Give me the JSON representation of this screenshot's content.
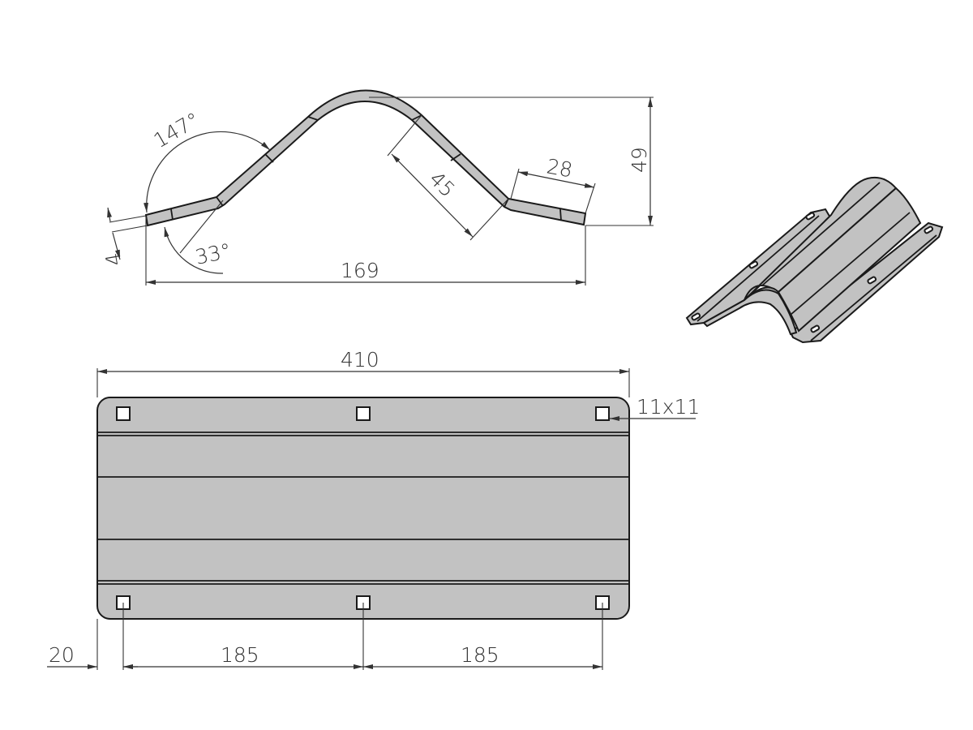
{
  "colors": {
    "part_fill": "#c2c2c2",
    "line": "#1a1a1a",
    "dimension": "#333333",
    "background": "#ffffff"
  },
  "side_view": {
    "angle_top": "147°",
    "angle_bottom": "33°",
    "thickness": "4",
    "overall_width": "169",
    "slope_length": "45",
    "flange_length": "28",
    "height": "49"
  },
  "top_view": {
    "overall_length": "410",
    "hole_size": "11x11",
    "edge_offset": "20",
    "hole_spacing_left": "185",
    "hole_spacing_right": "185"
  }
}
